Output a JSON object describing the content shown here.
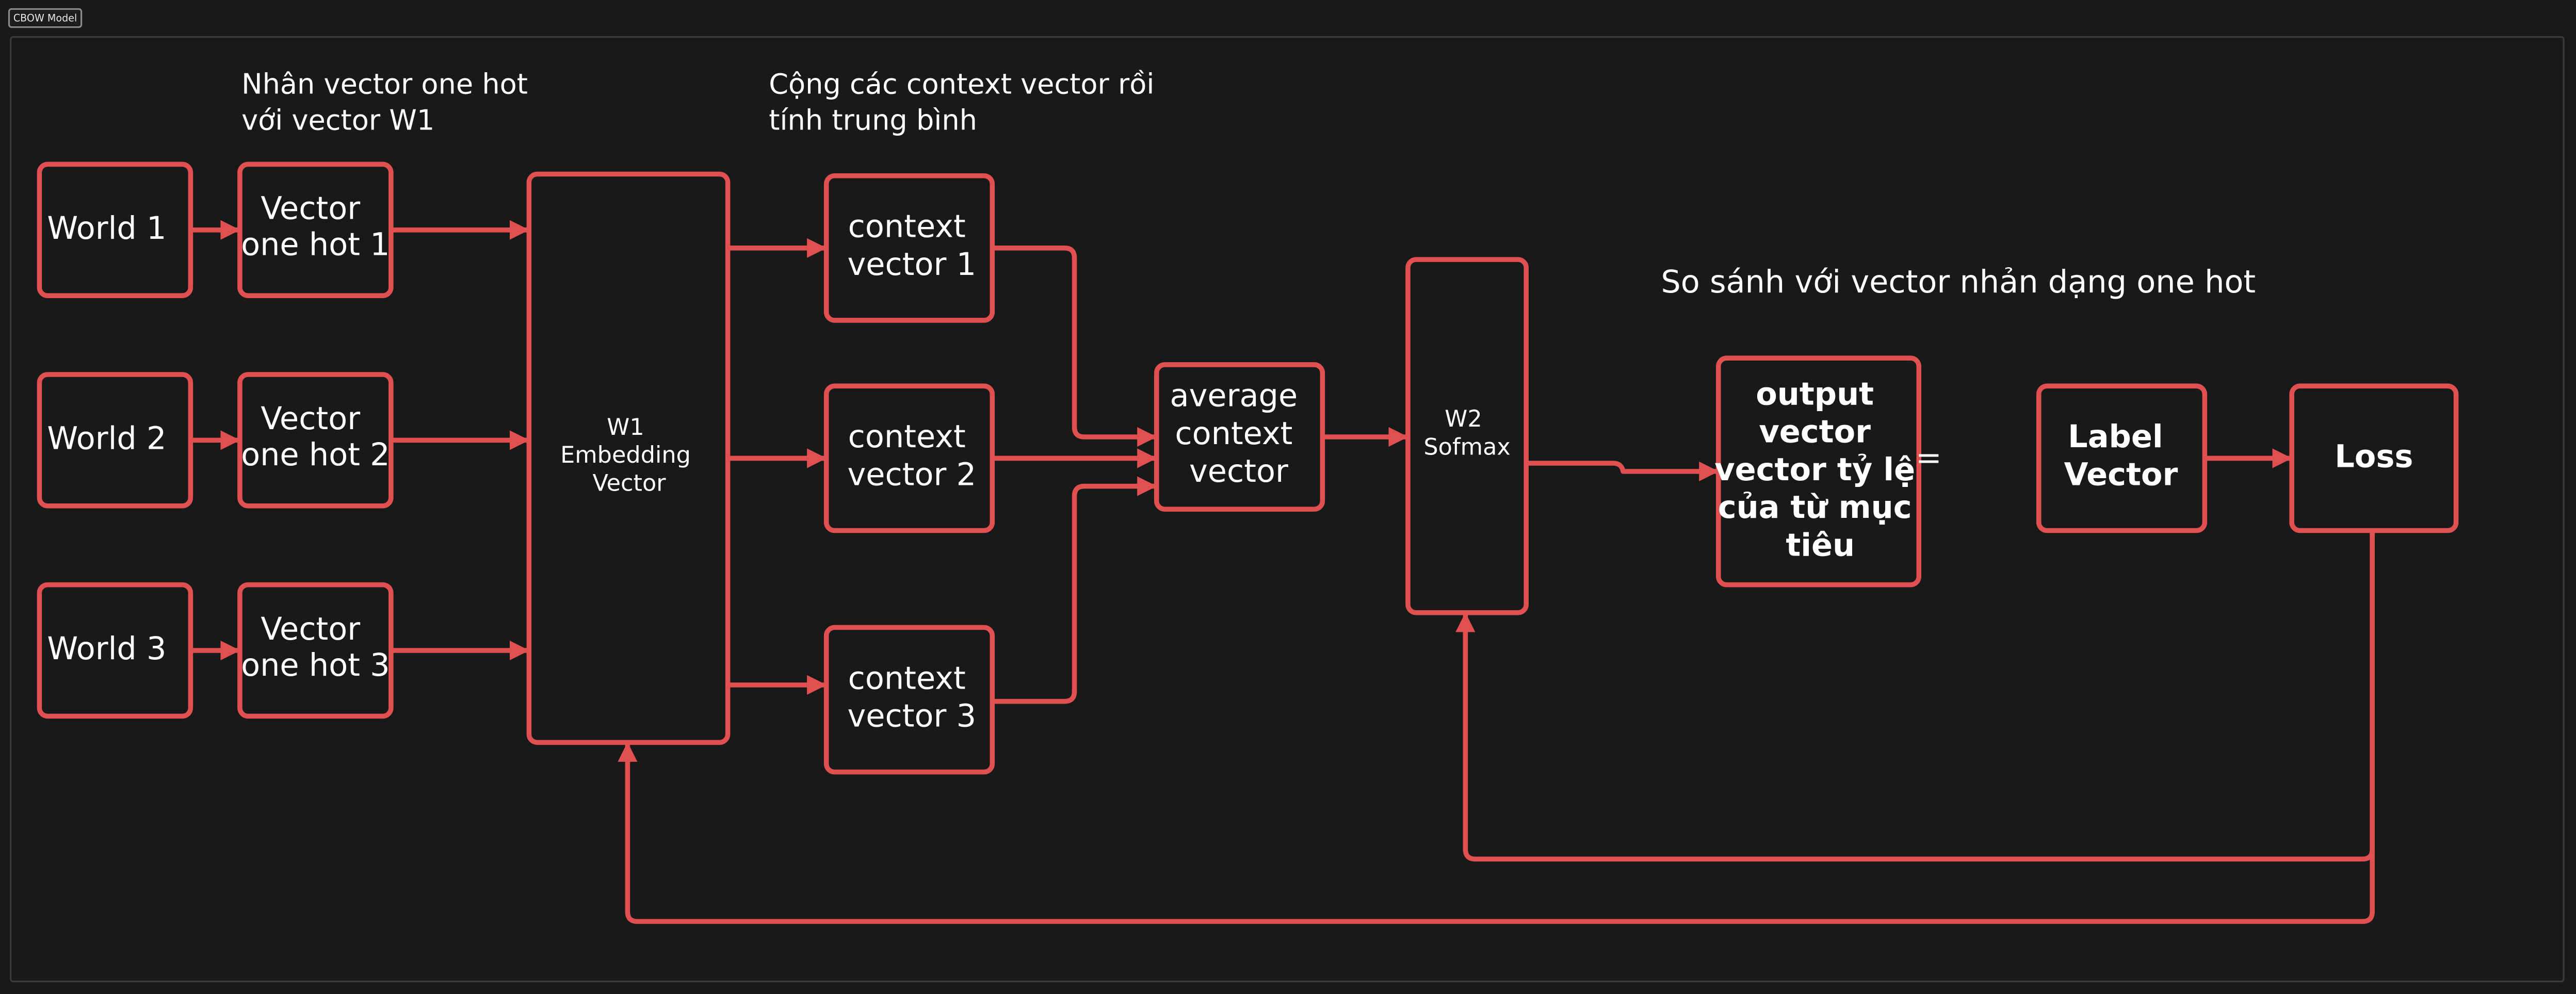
{
  "window": {
    "title": "CBOW Model"
  },
  "colors": {
    "background": "#191919",
    "stroke": "#e05050",
    "text": "#ffffff"
  },
  "annotations": {
    "multiply_note": [
      "Nhân vector one hot",
      "với vector W1"
    ],
    "sum_note": [
      "Cộng các context vector rồi",
      "tính trung bình"
    ],
    "compare_note": [
      "So sánh với vector nhản dạng one hot"
    ]
  },
  "nodes": {
    "word1": [
      "World 1"
    ],
    "word2": [
      "World 2"
    ],
    "word3": [
      "World 3"
    ],
    "onehot1": [
      "Vector",
      "one hot 1"
    ],
    "onehot2": [
      "Vector",
      "one hot 2"
    ],
    "onehot3": [
      "Vector",
      "one hot 3"
    ],
    "w1": [
      "W1",
      "Embedding",
      "Vector"
    ],
    "ctx1": [
      "context",
      "vector 1"
    ],
    "ctx2": [
      "context",
      "vector 2"
    ],
    "ctx3": [
      "context",
      "vector 3"
    ],
    "avg": [
      "average",
      "context",
      "vector"
    ],
    "w2": [
      "W2",
      "Sofmax"
    ],
    "output": [
      "output",
      "vector",
      "vector tỷ lệ",
      "của từ mục",
      "tiêu"
    ],
    "output_eq": "=",
    "label": [
      "Label",
      "Vector"
    ],
    "loss": [
      "Loss"
    ]
  }
}
